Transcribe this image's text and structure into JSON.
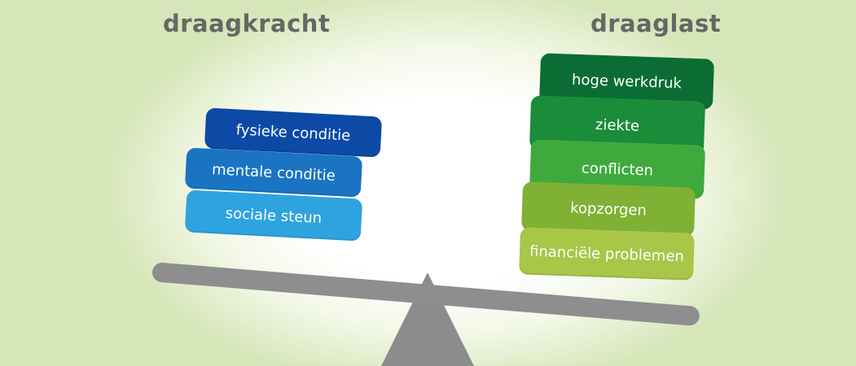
{
  "headings": {
    "left": "draagkracht",
    "right": "draaglast"
  },
  "left_stack": [
    {
      "label": "fysieke conditie",
      "color": "#0c4aa6"
    },
    {
      "label": "mentale conditie",
      "color": "#1b74c2"
    },
    {
      "label": "sociale steun",
      "color": "#2fa3e0"
    }
  ],
  "right_stack": [
    {
      "label": "hoge werkdruk",
      "color": "#0b6d33"
    },
    {
      "label": "ziekte",
      "color": "#1a8c3a"
    },
    {
      "label": "conflicten",
      "color": "#40a93d"
    },
    {
      "label": "kopzorgen",
      "color": "#7fb135"
    },
    {
      "label": "financiële problemen",
      "color": "#a8c648"
    }
  ]
}
